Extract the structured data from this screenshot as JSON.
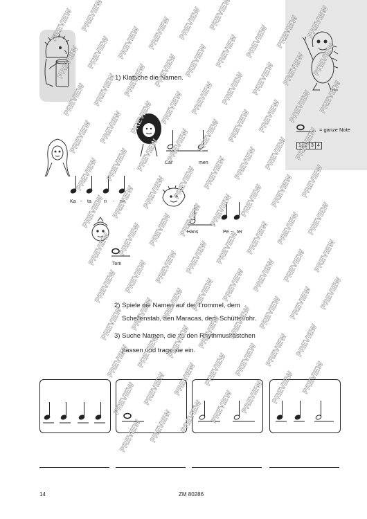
{
  "instructions": {
    "task1": "1) Klatsche die Namen.",
    "task2_line1": "2) Spiele die Namen auf der Trommel, dem",
    "task2_line2": "Schellenstab, den Maracas, dem Schüttelrohr.",
    "task3_line1": "3) Suche Namen, die zu den Rhythmuskästchen",
    "task3_line2": "passen und trage sie ein."
  },
  "names": {
    "carmen": [
      "Car",
      "men"
    ],
    "katharina": [
      "Ka",
      "-",
      "ta",
      "-",
      "ri",
      "-",
      "na"
    ],
    "hans_peter": [
      "Hans",
      "Pe",
      "-",
      "ter"
    ],
    "tom": "Tom"
  },
  "legend": {
    "label": "= ganze Note",
    "counts": [
      "1",
      "2",
      "3",
      "4"
    ]
  },
  "footer": {
    "page_number": "14",
    "catalog_code": "ZM 80286"
  },
  "watermark": "PREVIEW"
}
